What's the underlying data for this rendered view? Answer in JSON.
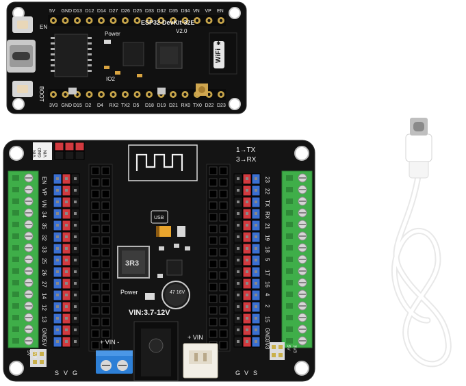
{
  "devkit": {
    "top_pins": [
      "5V",
      "GND",
      "D13",
      "D12",
      "D14",
      "D27",
      "D26",
      "D25",
      "D33",
      "D32",
      "D35",
      "D34",
      "VN",
      "VP",
      "EN"
    ],
    "bottom_pins": [
      "3V3",
      "GND",
      "D15",
      "D2",
      "D4",
      "RX2",
      "TX2",
      "D5",
      "D18",
      "D19",
      "D21",
      "RX0",
      "TX0",
      "D22",
      "D23"
    ],
    "model": "ESP32-DevKit-32E",
    "version": "V2.0",
    "power_label": "Power",
    "io2_label": "IO2",
    "en_label": "EN",
    "boot_label": "BOOT",
    "wifi_label": "WiFi"
  },
  "shield": {
    "tx_mapping": "1→TX",
    "rx_mapping": "3→RX",
    "usb_label": "USB",
    "inductor_label": "3R3",
    "cap_label": "47\n16V",
    "power_label": "Power",
    "vin_range": "VIN:3.7-12V",
    "vin_terminal_label": "+ VIN -",
    "vin_jst_label": "+ VIN",
    "header_labels": [
      "VIN",
      "GND",
      "VIN"
    ],
    "left_pins": [
      "EN",
      "VP",
      "VN",
      "34",
      "35",
      "32",
      "33",
      "25",
      "26",
      "27",
      "14",
      "12",
      "13",
      "GND",
      "5V"
    ],
    "right_pins": [
      "23",
      "22",
      "TX",
      "RX",
      "21",
      "19",
      "18",
      "5",
      "17",
      "16",
      "4",
      "2",
      "15",
      "GND",
      "3V3"
    ],
    "left_column_legend": [
      "S",
      "V",
      "G"
    ],
    "right_column_legend": [
      "G",
      "V",
      "S"
    ],
    "jumper_left": [
      "5V",
      "3V3"
    ],
    "jumper_right": [
      "5V",
      "3V3"
    ]
  },
  "colors": {
    "pcb": "#151515",
    "terminal_green": "#3fae49",
    "pin_red": "#d23a3f",
    "pin_blue": "#3a6fd1",
    "pin_black": "#1a1a1a",
    "terminal_blue": "#2d7fd6",
    "jst_white": "#f2efe6"
  }
}
